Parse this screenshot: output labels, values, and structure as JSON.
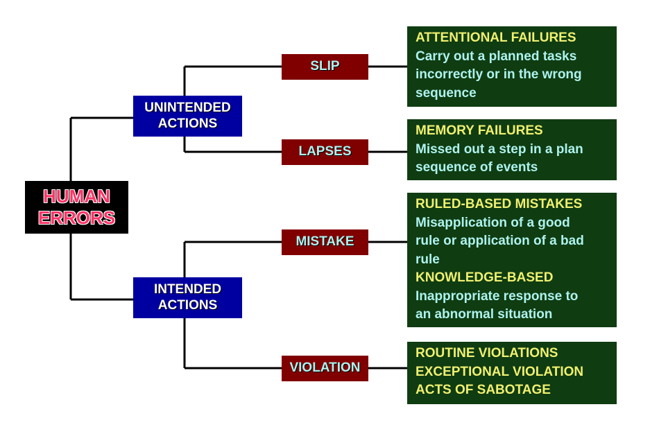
{
  "root": {
    "line1": "HUMAN",
    "line2": "ERRORS"
  },
  "branches": {
    "unintended": {
      "line1": "UNINTENDED",
      "line2": "ACTIONS"
    },
    "intended": {
      "line1": "INTENDED",
      "line2": "ACTIONS"
    }
  },
  "types": {
    "slip": "SLIP",
    "lapses": "LAPSES",
    "mistake": "MISTAKE",
    "violation": "VIOLATION"
  },
  "details": {
    "slip": {
      "title": "ATTENTIONAL FAILURES",
      "lines": [
        "Carry out a planned tasks",
        "incorrectly or in the wrong",
        "sequence"
      ]
    },
    "lapses": {
      "title": "MEMORY FAILURES",
      "lines": [
        "Missed out a step in a plan",
        "sequence of events"
      ]
    },
    "mistake": {
      "title1": "RULED-BASED MISTAKES",
      "lines1": [
        "Misapplication of a good",
        "rule or application of a bad",
        "rule"
      ],
      "title2": "KNOWLEDGE-BASED",
      "lines2": [
        "Inappropriate response to",
        "an abnormal situation"
      ]
    },
    "violation": {
      "lines": [
        "ROUTINE VIOLATIONS",
        "EXCEPTIONAL VIOLATION",
        "ACTS OF SABOTAGE"
      ]
    }
  },
  "colors": {
    "root_bg": "#000000",
    "root_text": "#ff3366",
    "branch_bg": "#0000a0",
    "type_bg": "#800000",
    "type_text": "#aef2ee",
    "detail_bg": "#0f3c11",
    "detail_title": "#f0f070",
    "detail_text": "#aef2ee"
  }
}
